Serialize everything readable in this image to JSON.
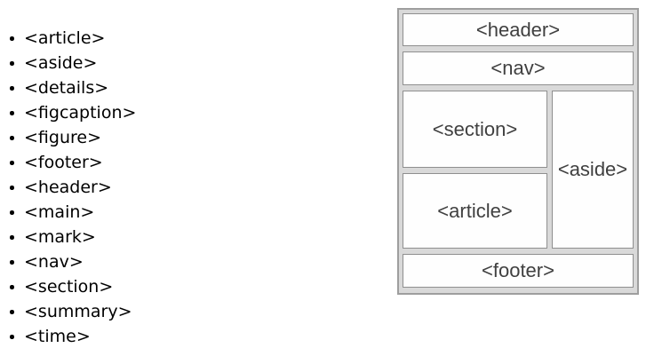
{
  "element_list": {
    "items": [
      "<article>",
      "<aside>",
      "<details>",
      "<figcaption>",
      "<figure>",
      "<footer>",
      "<header>",
      "<main>",
      "<mark>",
      "<nav>",
      "<section>",
      "<summary>",
      "<time>"
    ]
  },
  "layout_diagram": {
    "boxes": {
      "header": "<header>",
      "nav": "<nav>",
      "section": "<section>",
      "article": "<article>",
      "aside": "<aside>",
      "footer": "<footer>"
    },
    "colors": {
      "outer_border": "#9e9e9e",
      "box_border": "#8f8f8f",
      "diagram_bg": "#d9d9d9",
      "box_bg": "#fefefe",
      "text": "#404040",
      "list_text": "#000000"
    }
  }
}
